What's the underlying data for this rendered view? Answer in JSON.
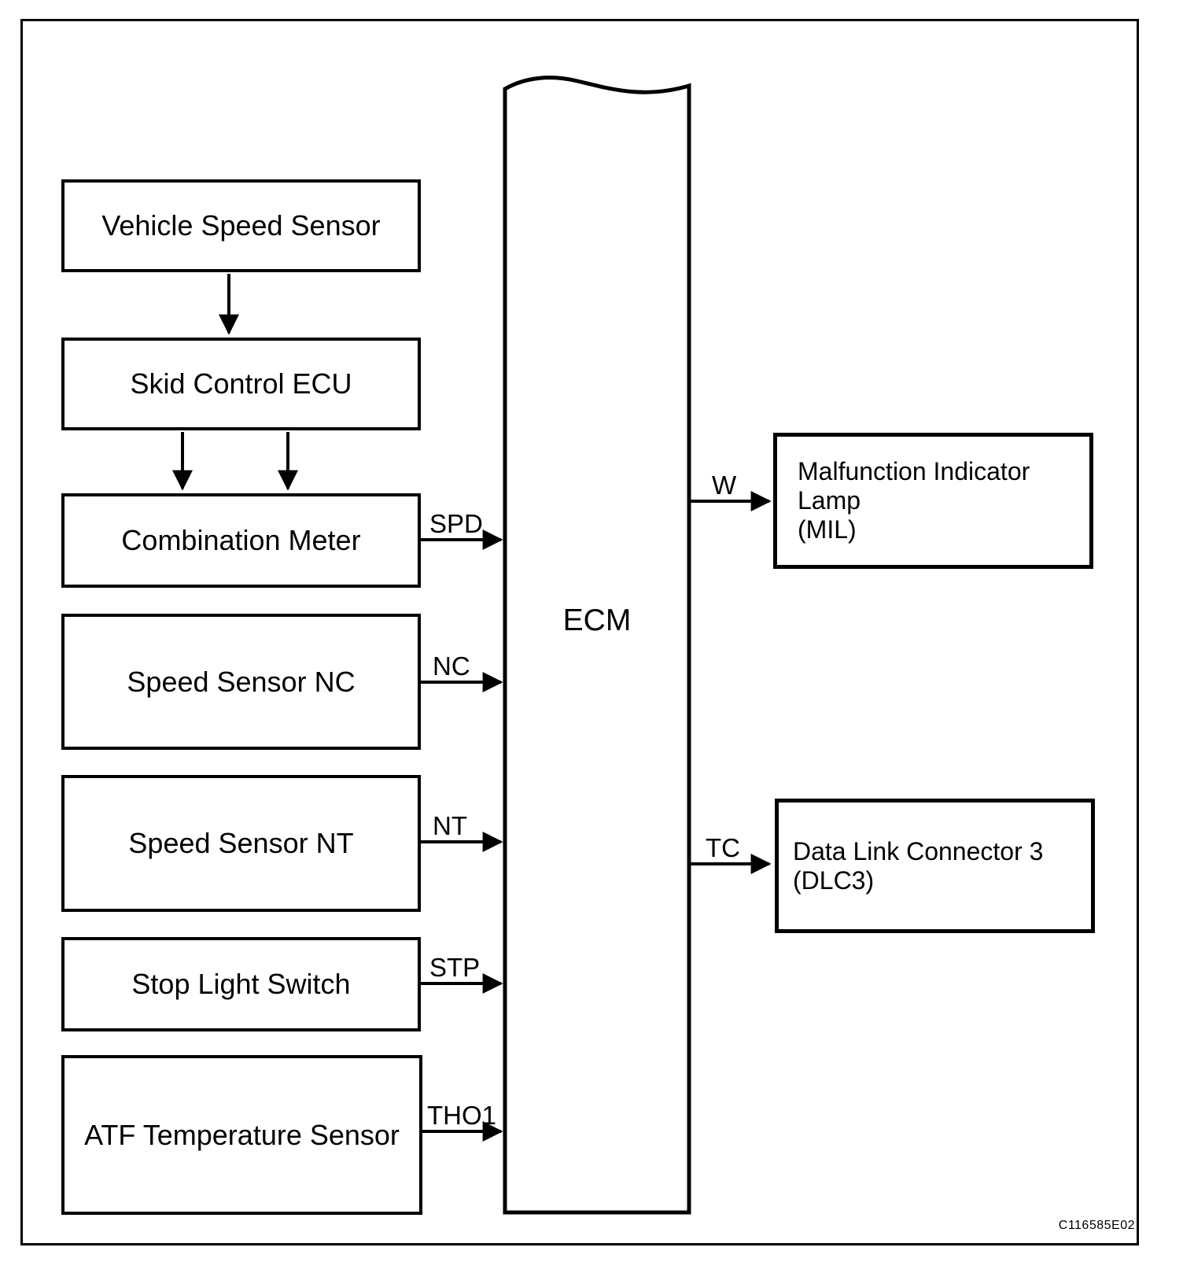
{
  "diagram": {
    "kind": "block-diagram",
    "figure_code": "C116585E02",
    "colors": {
      "line": "#000000",
      "background": "#ffffff"
    },
    "ecm": {
      "label": "ECM"
    },
    "left_boxes": [
      {
        "id": "vehicle-speed-sensor",
        "label": "Vehicle Speed Sensor"
      },
      {
        "id": "skid-control-ecu",
        "label": "Skid Control ECU"
      },
      {
        "id": "combination-meter",
        "label": "Combination Meter"
      },
      {
        "id": "speed-sensor-nc",
        "label": "Speed Sensor NC"
      },
      {
        "id": "speed-sensor-nt",
        "label": "Speed Sensor NT"
      },
      {
        "id": "stop-light-switch",
        "label": "Stop Light Switch"
      },
      {
        "id": "atf-temperature-sensor",
        "label": "ATF Temperature Sensor"
      }
    ],
    "right_boxes": [
      {
        "id": "mil",
        "line1": "Malfunction Indicator Lamp",
        "line2": "(MIL)"
      },
      {
        "id": "dlc3",
        "line1": "Data Link Connector 3 (DLC3)",
        "line2": ""
      }
    ],
    "signals_to_ecm": [
      {
        "label": "SPD",
        "from": "Combination Meter"
      },
      {
        "label": "NC",
        "from": "Speed Sensor NC"
      },
      {
        "label": "NT",
        "from": "Speed Sensor NT"
      },
      {
        "label": "STP",
        "from": "Stop Light Switch"
      },
      {
        "label": "THO1",
        "from": "ATF Temperature Sensor"
      }
    ],
    "signals_from_ecm": [
      {
        "label": "W",
        "to": "Malfunction Indicator Lamp (MIL)"
      },
      {
        "label": "TC",
        "to": "Data Link Connector 3 (DLC3)"
      }
    ]
  }
}
